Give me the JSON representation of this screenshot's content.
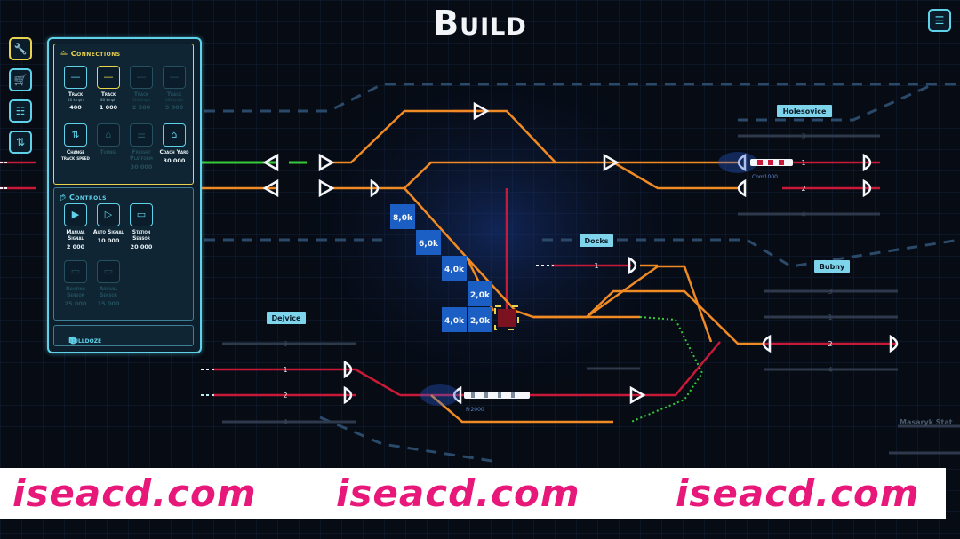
{
  "screen_title": "Build",
  "menu_icon": "list-icon",
  "toolbar": [
    {
      "icon": "wrench-icon",
      "active": true
    },
    {
      "icon": "cart-icon",
      "active": false
    },
    {
      "icon": "document-icon",
      "active": false
    },
    {
      "icon": "sliders-icon",
      "active": false
    }
  ],
  "connections": {
    "header": "— Connections",
    "caret": "^",
    "items": [
      {
        "label": "Track",
        "sub": "40 kmph",
        "price": "400",
        "icon": "track-icon",
        "selected": false,
        "enabled": true
      },
      {
        "label": "Track",
        "sub": "80 kmph",
        "price": "1 000",
        "icon": "track-icon",
        "selected": true,
        "enabled": true
      },
      {
        "label": "Track",
        "sub": "120 kmph",
        "price": "2 500",
        "icon": "track-icon",
        "selected": false,
        "enabled": false
      },
      {
        "label": "Track",
        "sub": "160 kmph",
        "price": "5 000",
        "icon": "track-icon",
        "selected": false,
        "enabled": false
      },
      {
        "label": "Change track speed",
        "sub": "",
        "price": "",
        "icon": "speed-change-icon",
        "selected": false,
        "enabled": true
      },
      {
        "label": "Tunnel",
        "sub": "",
        "price": "",
        "icon": "tunnel-icon",
        "selected": false,
        "enabled": false
      },
      {
        "label": "Freight Platform",
        "sub": "",
        "price": "30 000",
        "icon": "freight-platform-icon",
        "selected": false,
        "enabled": false
      },
      {
        "label": "Coach Yard",
        "sub": "",
        "price": "30 000",
        "icon": "coach-yard-icon",
        "selected": false,
        "enabled": true
      }
    ]
  },
  "controls": {
    "header": "▷ Controls",
    "caret": "^",
    "items": [
      {
        "label": "Manual Signal",
        "price": "2 000",
        "icon": "manual-signal-icon",
        "enabled": true
      },
      {
        "label": "Auto Signal",
        "price": "10 000",
        "icon": "auto-signal-icon",
        "enabled": true
      },
      {
        "label": "Station Sensor",
        "price": "20 000",
        "icon": "station-sensor-icon",
        "enabled": true
      },
      {
        "label": "Routing Sensor",
        "price": "25 000",
        "icon": "routing-sensor-icon",
        "enabled": false
      },
      {
        "label": "Arrival Sensor",
        "price": "15 000",
        "icon": "arrival-sensor-icon",
        "enabled": false
      }
    ]
  },
  "bulldoze": {
    "label": "Bulldoze",
    "icon": "trash-icon"
  },
  "stations": [
    {
      "name": "Holesovice"
    },
    {
      "name": "Docks"
    },
    {
      "name": "Bubny"
    },
    {
      "name": "Dejvice"
    },
    {
      "name": "Masaryk Stat"
    }
  ],
  "track_numbers": {
    "holesovice": [
      "3",
      "1",
      "2",
      "4"
    ],
    "docks": [
      "1"
    ],
    "bubny": [
      "3",
      "1",
      "2",
      "4"
    ],
    "dejvice": [
      "3",
      "1",
      "2",
      "4"
    ]
  },
  "trains": [
    {
      "name": "Com1000"
    },
    {
      "name": "Fr2000"
    }
  ],
  "cost_labels": [
    "8,0k",
    "6,0k",
    "4,0k",
    "2,0k",
    "4,0k",
    "2,0k"
  ],
  "watermark": [
    "iseacd.com",
    "iseacd.com",
    "iseacd.com"
  ],
  "colors": {
    "orange": "#f08a24",
    "green": "#36c93a",
    "red": "#d61e3c",
    "cyan": "#5fd2ea",
    "yellow": "#e9d34f",
    "cost_blue": "#1c5fc4"
  }
}
